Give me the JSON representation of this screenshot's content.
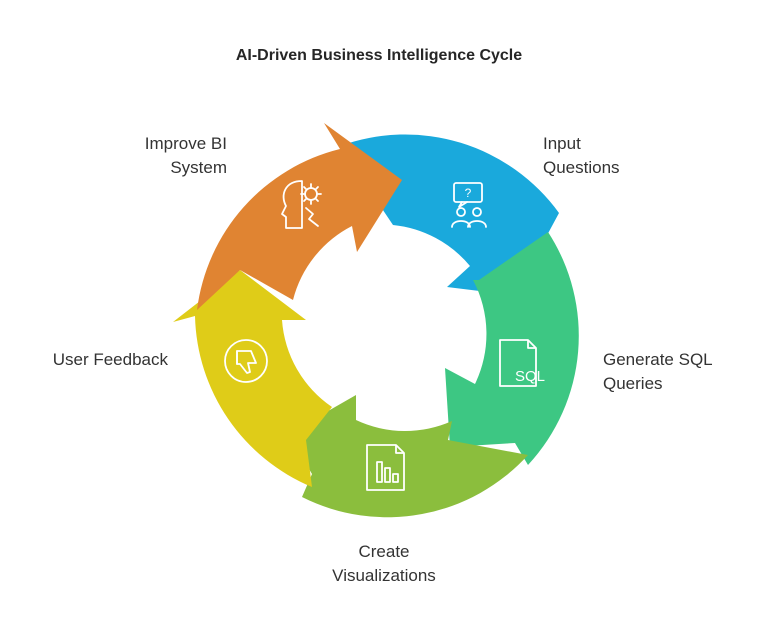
{
  "title": "AI-Driven Business Intelligence Cycle",
  "steps": [
    {
      "id": "input",
      "lines": [
        "Input",
        "Questions"
      ],
      "color": "#1AA9DC",
      "icon": "people-question-icon"
    },
    {
      "id": "sql",
      "lines": [
        "Generate SQL",
        "Queries"
      ],
      "color": "#3DC783",
      "icon": "sql-document-icon"
    },
    {
      "id": "viz",
      "lines": [
        "Create",
        "Visualizations"
      ],
      "color": "#8BBE3D",
      "icon": "bar-chart-document-icon"
    },
    {
      "id": "feedback",
      "lines": [
        "User Feedback"
      ],
      "color": "#DFCC18",
      "icon": "thumbs-down-icon"
    },
    {
      "id": "improve",
      "lines": [
        "Improve BI",
        "System"
      ],
      "color": "#E08432",
      "icon": "head-gear-icon"
    }
  ],
  "icon_text": {
    "sql": "SQL",
    "question": "?"
  }
}
